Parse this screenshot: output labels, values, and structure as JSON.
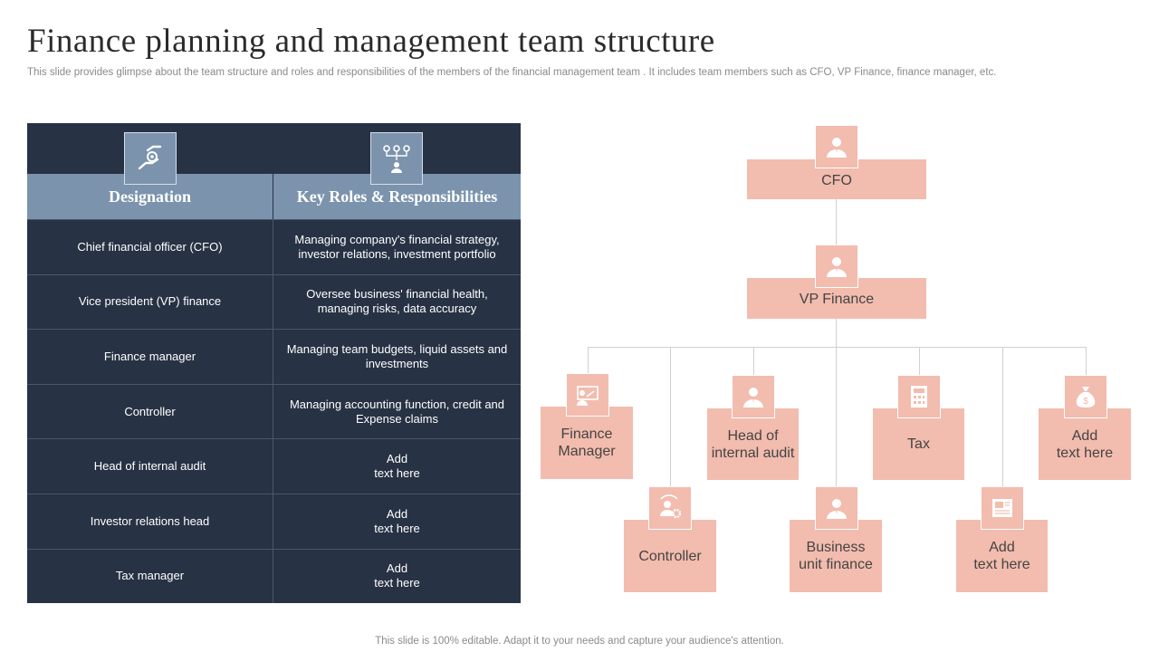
{
  "header": {
    "title": "Finance planning and management team structure",
    "subtitle": "This slide provides glimpse about the team structure and roles and responsibilities of the members of the financial management team . It includes team members such as CFO, VP Finance, finance manager, etc."
  },
  "footer": {
    "text": "This slide is 100% editable. Adapt it to your needs and capture your audience's attention."
  },
  "colors": {
    "table_bg": "#273244",
    "table_header": "#7b93ad",
    "node_fill": "#f2bcae",
    "connector": "#d0d0d0"
  },
  "table": {
    "headers": [
      "Designation",
      "Key Roles & Responsibilities"
    ],
    "header_icons": [
      "hand-gear-icon",
      "network-person-icon"
    ],
    "rows": [
      [
        "Chief financial officer (CFO)",
        "Managing company's financial strategy, investor relations, investment portfolio"
      ],
      [
        "Vice president (VP) finance",
        "Oversee business' financial health, managing risks, data accuracy"
      ],
      [
        "Finance manager",
        "Managing team budgets, liquid assets and investments"
      ],
      [
        "Controller",
        "Managing accounting function, credit and Expense claims"
      ],
      [
        "Head of internal audit",
        "Add\ntext here"
      ],
      [
        "Investor relations head",
        "Add\ntext here"
      ],
      [
        "Tax manager",
        "Add\ntext here"
      ]
    ]
  },
  "org": {
    "cfo": {
      "label": "CFO",
      "icon": "person-icon"
    },
    "vp": {
      "label": "VP Finance",
      "icon": "person-icon"
    },
    "top_row": [
      {
        "label": "Finance\nManager",
        "icon": "presenter-icon"
      },
      {
        "label": "Head of\ninternal audit",
        "icon": "person-icon"
      },
      {
        "label": "Tax",
        "icon": "calculator-icon"
      },
      {
        "label": "Add\ntext here",
        "icon": "money-bag-icon"
      }
    ],
    "bottom_row": [
      {
        "label": "Controller",
        "icon": "person-gear-icon"
      },
      {
        "label": "Business\nunit finance",
        "icon": "person-icon"
      },
      {
        "label": "Add\ntext here",
        "icon": "chart-report-icon"
      }
    ]
  }
}
